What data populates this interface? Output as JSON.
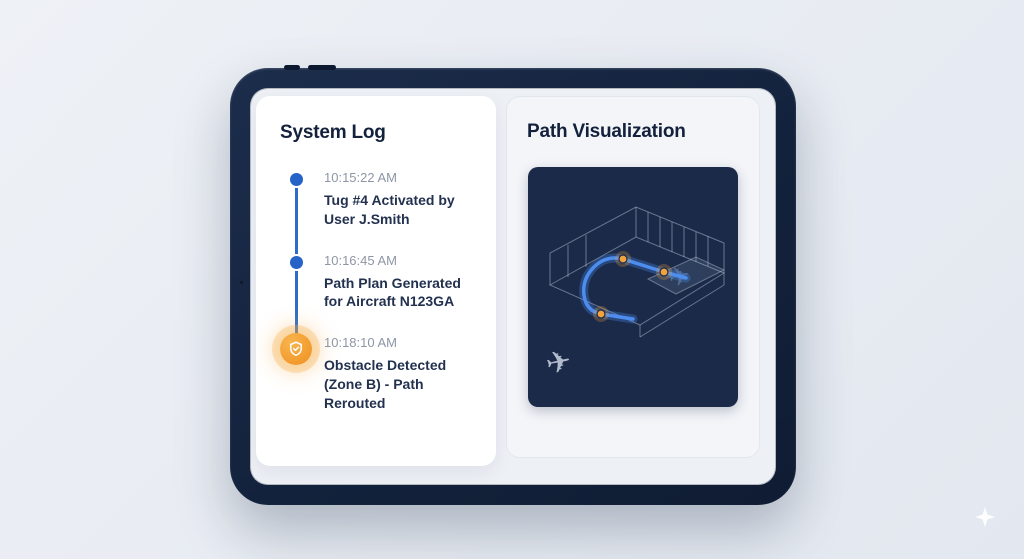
{
  "system_log": {
    "title": "System Log",
    "entries": [
      {
        "time": "10:15:22 AM",
        "text": "Tug #4 Activated by User J.Smith",
        "icon": "blue-dot"
      },
      {
        "time": "10:16:45 AM",
        "text": "Path Plan Generated for Aircraft N123GA",
        "icon": "blue-dot"
      },
      {
        "time": "10:18:10 AM",
        "text": "Obstacle Detected (Zone B) - Path Rerouted",
        "icon": "alert-shield"
      }
    ],
    "colors": {
      "timeline_blue": "#2563c9",
      "alert_orange": "#f5a623"
    }
  },
  "path_visualization": {
    "title": "Path Visualization",
    "map": {
      "background": "#1b2a49",
      "route_color": "#4d8df0",
      "waypoint_color": "#f2a33c",
      "wireframe_color": "#c8d4e6",
      "airplane_glyph": "✈"
    }
  },
  "device": {
    "type": "tablet",
    "bezel_color": "#14233d",
    "screen_color": "#edf0f5"
  },
  "decoration": {
    "sparkle_color": "#ffffff"
  }
}
